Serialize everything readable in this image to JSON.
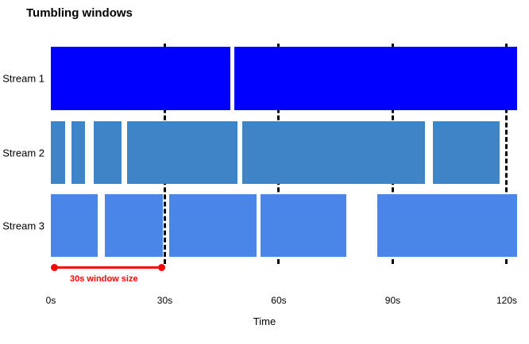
{
  "figure": {
    "title": "Tumbling windows",
    "axis_label": "Time",
    "annotation_label": "30s window size"
  },
  "colors": {
    "series1": "#0000ff",
    "series2": "#3d85c6",
    "series3": "#4a86e8",
    "boundary": "#000000",
    "annotation": "#ff0000",
    "text": "#000000",
    "background": "#ffffff"
  },
  "chart_data": {
    "type": "timeline",
    "title": "Tumbling windows",
    "xlabel": "Time",
    "x_unit": "seconds",
    "xlim": [
      0,
      125
    ],
    "x_ticks": [
      0,
      30,
      60,
      90,
      120
    ],
    "x_tick_labels": [
      "0s",
      "30s",
      "60s",
      "90s",
      "120s"
    ],
    "window_size_seconds": 30,
    "window_boundaries_s": [
      30,
      60,
      90,
      120
    ],
    "boundary_style": "dashed",
    "grid": false,
    "legend": "none",
    "annotation": {
      "label": "30s window size",
      "from_s": 0,
      "to_s": 30,
      "color": "#ff0000"
    },
    "series": [
      {
        "name": "Stream 1",
        "color": "#0000ff",
        "intervals_s": [
          [
            0,
            47.2
          ],
          [
            48.3,
            122.7
          ]
        ]
      },
      {
        "name": "Stream 2",
        "color": "#3d85c6",
        "intervals_s": [
          [
            0,
            3.8
          ],
          [
            5.4,
            9.0
          ],
          [
            11.3,
            18.6
          ],
          [
            20.1,
            49.1
          ],
          [
            50.4,
            98.5
          ],
          [
            100.6,
            118.1
          ]
        ]
      },
      {
        "name": "Stream 3",
        "color": "#4a86e8",
        "intervals_s": [
          [
            0,
            12.3
          ],
          [
            14.2,
            29.5
          ],
          [
            31.2,
            54.2
          ],
          [
            55.2,
            77.8
          ],
          [
            85.9,
            122.7
          ]
        ]
      }
    ]
  }
}
